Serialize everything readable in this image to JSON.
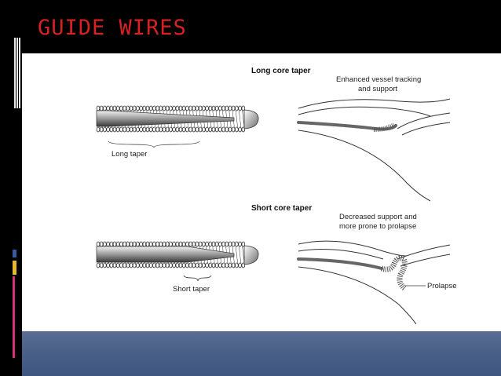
{
  "slide": {
    "title": "GUIDE WIRES"
  },
  "diagram": {
    "top": {
      "heading": "Long core taper",
      "taper_label": "Long taper",
      "annotation_line1": "Enhanced vessel tracking",
      "annotation_line2": "and support"
    },
    "bottom": {
      "heading": "Short core taper",
      "taper_label": "Short taper",
      "annotation_line1": "Decreased support and",
      "annotation_line2": "more prone to prolapse",
      "callout": "Prolapse"
    }
  },
  "colors": {
    "title": "#d82121",
    "background": "#000000",
    "band": "#4a6088",
    "marker_pink": "#d8317a",
    "marker_yellow": "#e8b830",
    "marker_blue": "#3a5aa0"
  }
}
